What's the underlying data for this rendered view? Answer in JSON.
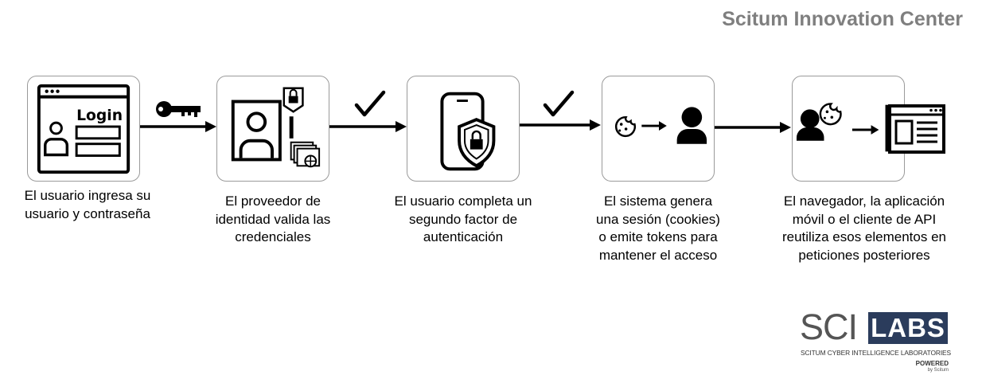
{
  "header": {
    "title": "Scitum Innovation Center"
  },
  "steps": [
    {
      "icon": "login-window-icon",
      "screen_text": "Login",
      "caption": [
        "El usuario ingresa su",
        "usuario y contraseña"
      ]
    },
    {
      "icon": "identity-provider-icon",
      "caption": [
        "El proveedor de",
        "identidad valida las",
        "credenciales"
      ]
    },
    {
      "icon": "mobile-shield-lock-icon",
      "caption": [
        "El usuario completa un",
        "segundo factor de",
        "autenticación"
      ]
    },
    {
      "icon": "cookie-to-user-icon",
      "caption": [
        "El sistema genera",
        "una sesión (cookies)",
        "o emite tokens para",
        "mantener el acceso"
      ]
    },
    {
      "icon": "user-cookie-to-browser-icon",
      "caption": [
        "El navegador,  la aplicación",
        "móvil o el cliente de API",
        "reutiliza esos elementos en",
        "peticiones posteriores"
      ]
    }
  ],
  "connectors": [
    {
      "marker": "key-icon"
    },
    {
      "marker": "checkmark-icon"
    },
    {
      "marker": "checkmark-icon"
    },
    {
      "marker": "none"
    }
  ],
  "logo": {
    "left_text": "SCI",
    "box_text": "LABS",
    "subtitle": "SCITUM CYBER INTELLIGENCE LABORATORIES",
    "powered": "POWERED",
    "by": "by Scitum"
  },
  "colors": {
    "header": "#7f7f7f",
    "stage_border": "#9a9a9a",
    "logo_box": "#2b3c5c"
  }
}
